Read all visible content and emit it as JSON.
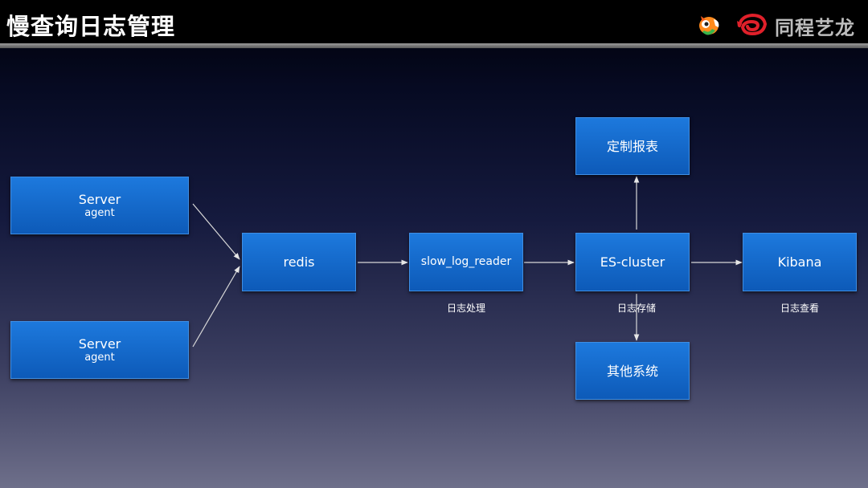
{
  "header": {
    "title": "慢查询日志管理",
    "brand": "同程艺龙",
    "accent_color": "#000000",
    "divider_color": "#8a8a8a"
  },
  "icons": [
    "fish-logo-icon",
    "swirl-logo-icon"
  ],
  "diagram": {
    "node_color": "#1565c9",
    "nodes": {
      "server_1": {
        "label": "Server",
        "sub": "agent"
      },
      "server_2": {
        "label": "Server",
        "sub": "agent"
      },
      "redis": {
        "label": "redis"
      },
      "slow_log_reader": {
        "label": "slow_log_reader"
      },
      "es_cluster": {
        "label": "ES-cluster"
      },
      "kibana": {
        "label": "Kibana"
      },
      "custom_report": {
        "label": "定制报表"
      },
      "other_systems": {
        "label": "其他系统"
      }
    },
    "captions": {
      "log_processing": "日志处理",
      "log_storage": "日志存储",
      "log_viewing": "日志查看"
    },
    "edges": [
      {
        "from": "server_1",
        "to": "redis"
      },
      {
        "from": "server_2",
        "to": "redis"
      },
      {
        "from": "redis",
        "to": "slow_log_reader"
      },
      {
        "from": "slow_log_reader",
        "to": "es_cluster"
      },
      {
        "from": "es_cluster",
        "to": "kibana"
      },
      {
        "from": "es_cluster",
        "to": "custom_report"
      },
      {
        "from": "es_cluster",
        "to": "other_systems"
      }
    ]
  }
}
